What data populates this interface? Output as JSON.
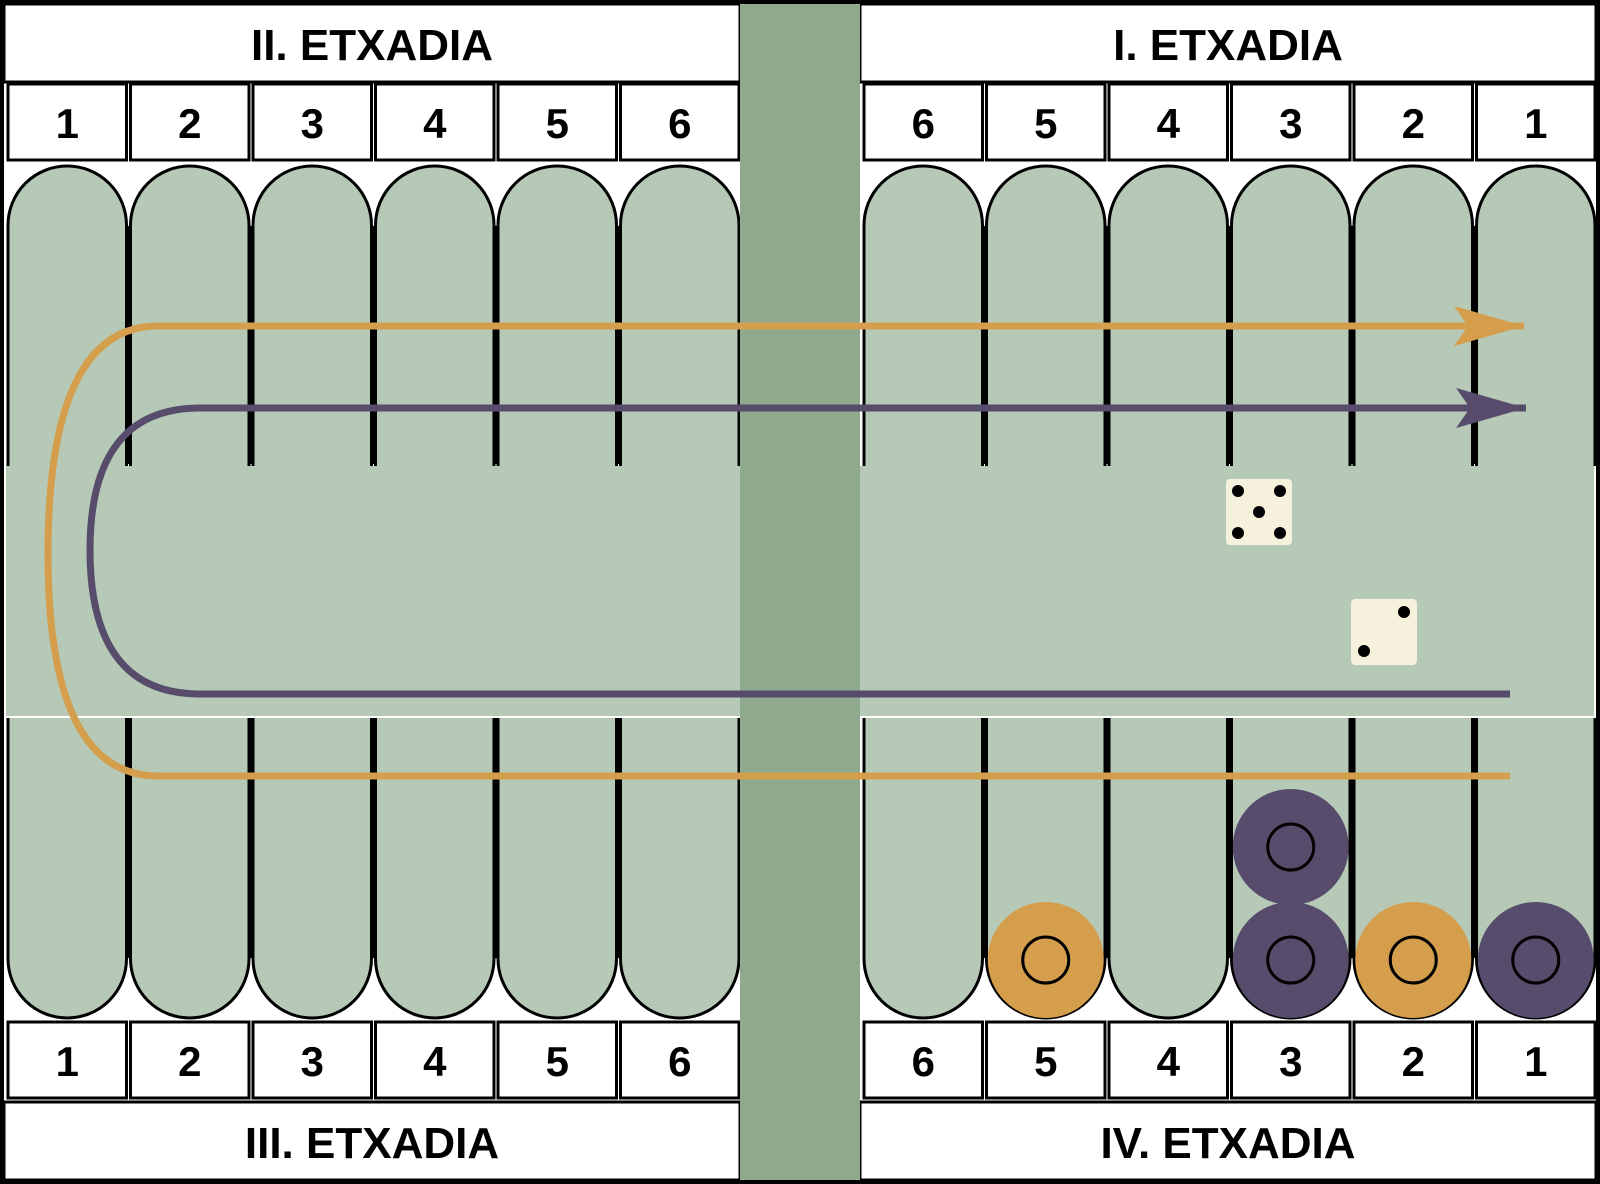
{
  "quadrants": {
    "top_left": {
      "title": "II. ETXADIA",
      "numbers": [
        "1",
        "2",
        "3",
        "4",
        "5",
        "6"
      ]
    },
    "top_right": {
      "title": "I. ETXADIA",
      "numbers": [
        "6",
        "5",
        "4",
        "3",
        "2",
        "1"
      ]
    },
    "bottom_left": {
      "title": "III. ETXADIA",
      "numbers": [
        "1",
        "2",
        "3",
        "4",
        "5",
        "6"
      ]
    },
    "bottom_right": {
      "title": "IV. ETXADIA",
      "numbers": [
        "6",
        "5",
        "4",
        "3",
        "2",
        "1"
      ]
    }
  },
  "dice": [
    {
      "name": "die-five",
      "value": 5
    },
    {
      "name": "die-two",
      "value": 2
    }
  ],
  "checkers": [
    {
      "color": "orange",
      "quadrant": "bottom_right",
      "point": "5",
      "stack": 1
    },
    {
      "color": "purple",
      "quadrant": "bottom_right",
      "point": "3",
      "stack": 2
    },
    {
      "color": "orange",
      "quadrant": "bottom_right",
      "point": "2",
      "stack": 1
    },
    {
      "color": "purple",
      "quadrant": "bottom_right",
      "point": "1",
      "stack": 1
    }
  ],
  "colors": {
    "board_field": "#b5c9b6",
    "bar": "#8fa98f",
    "orange_checker": "#d49e4c",
    "purple_checker": "#574c6b",
    "orange_path": "#d49e4c",
    "purple_path": "#574c6b",
    "die_face": "#f5f1dc",
    "outline": "#000000"
  }
}
